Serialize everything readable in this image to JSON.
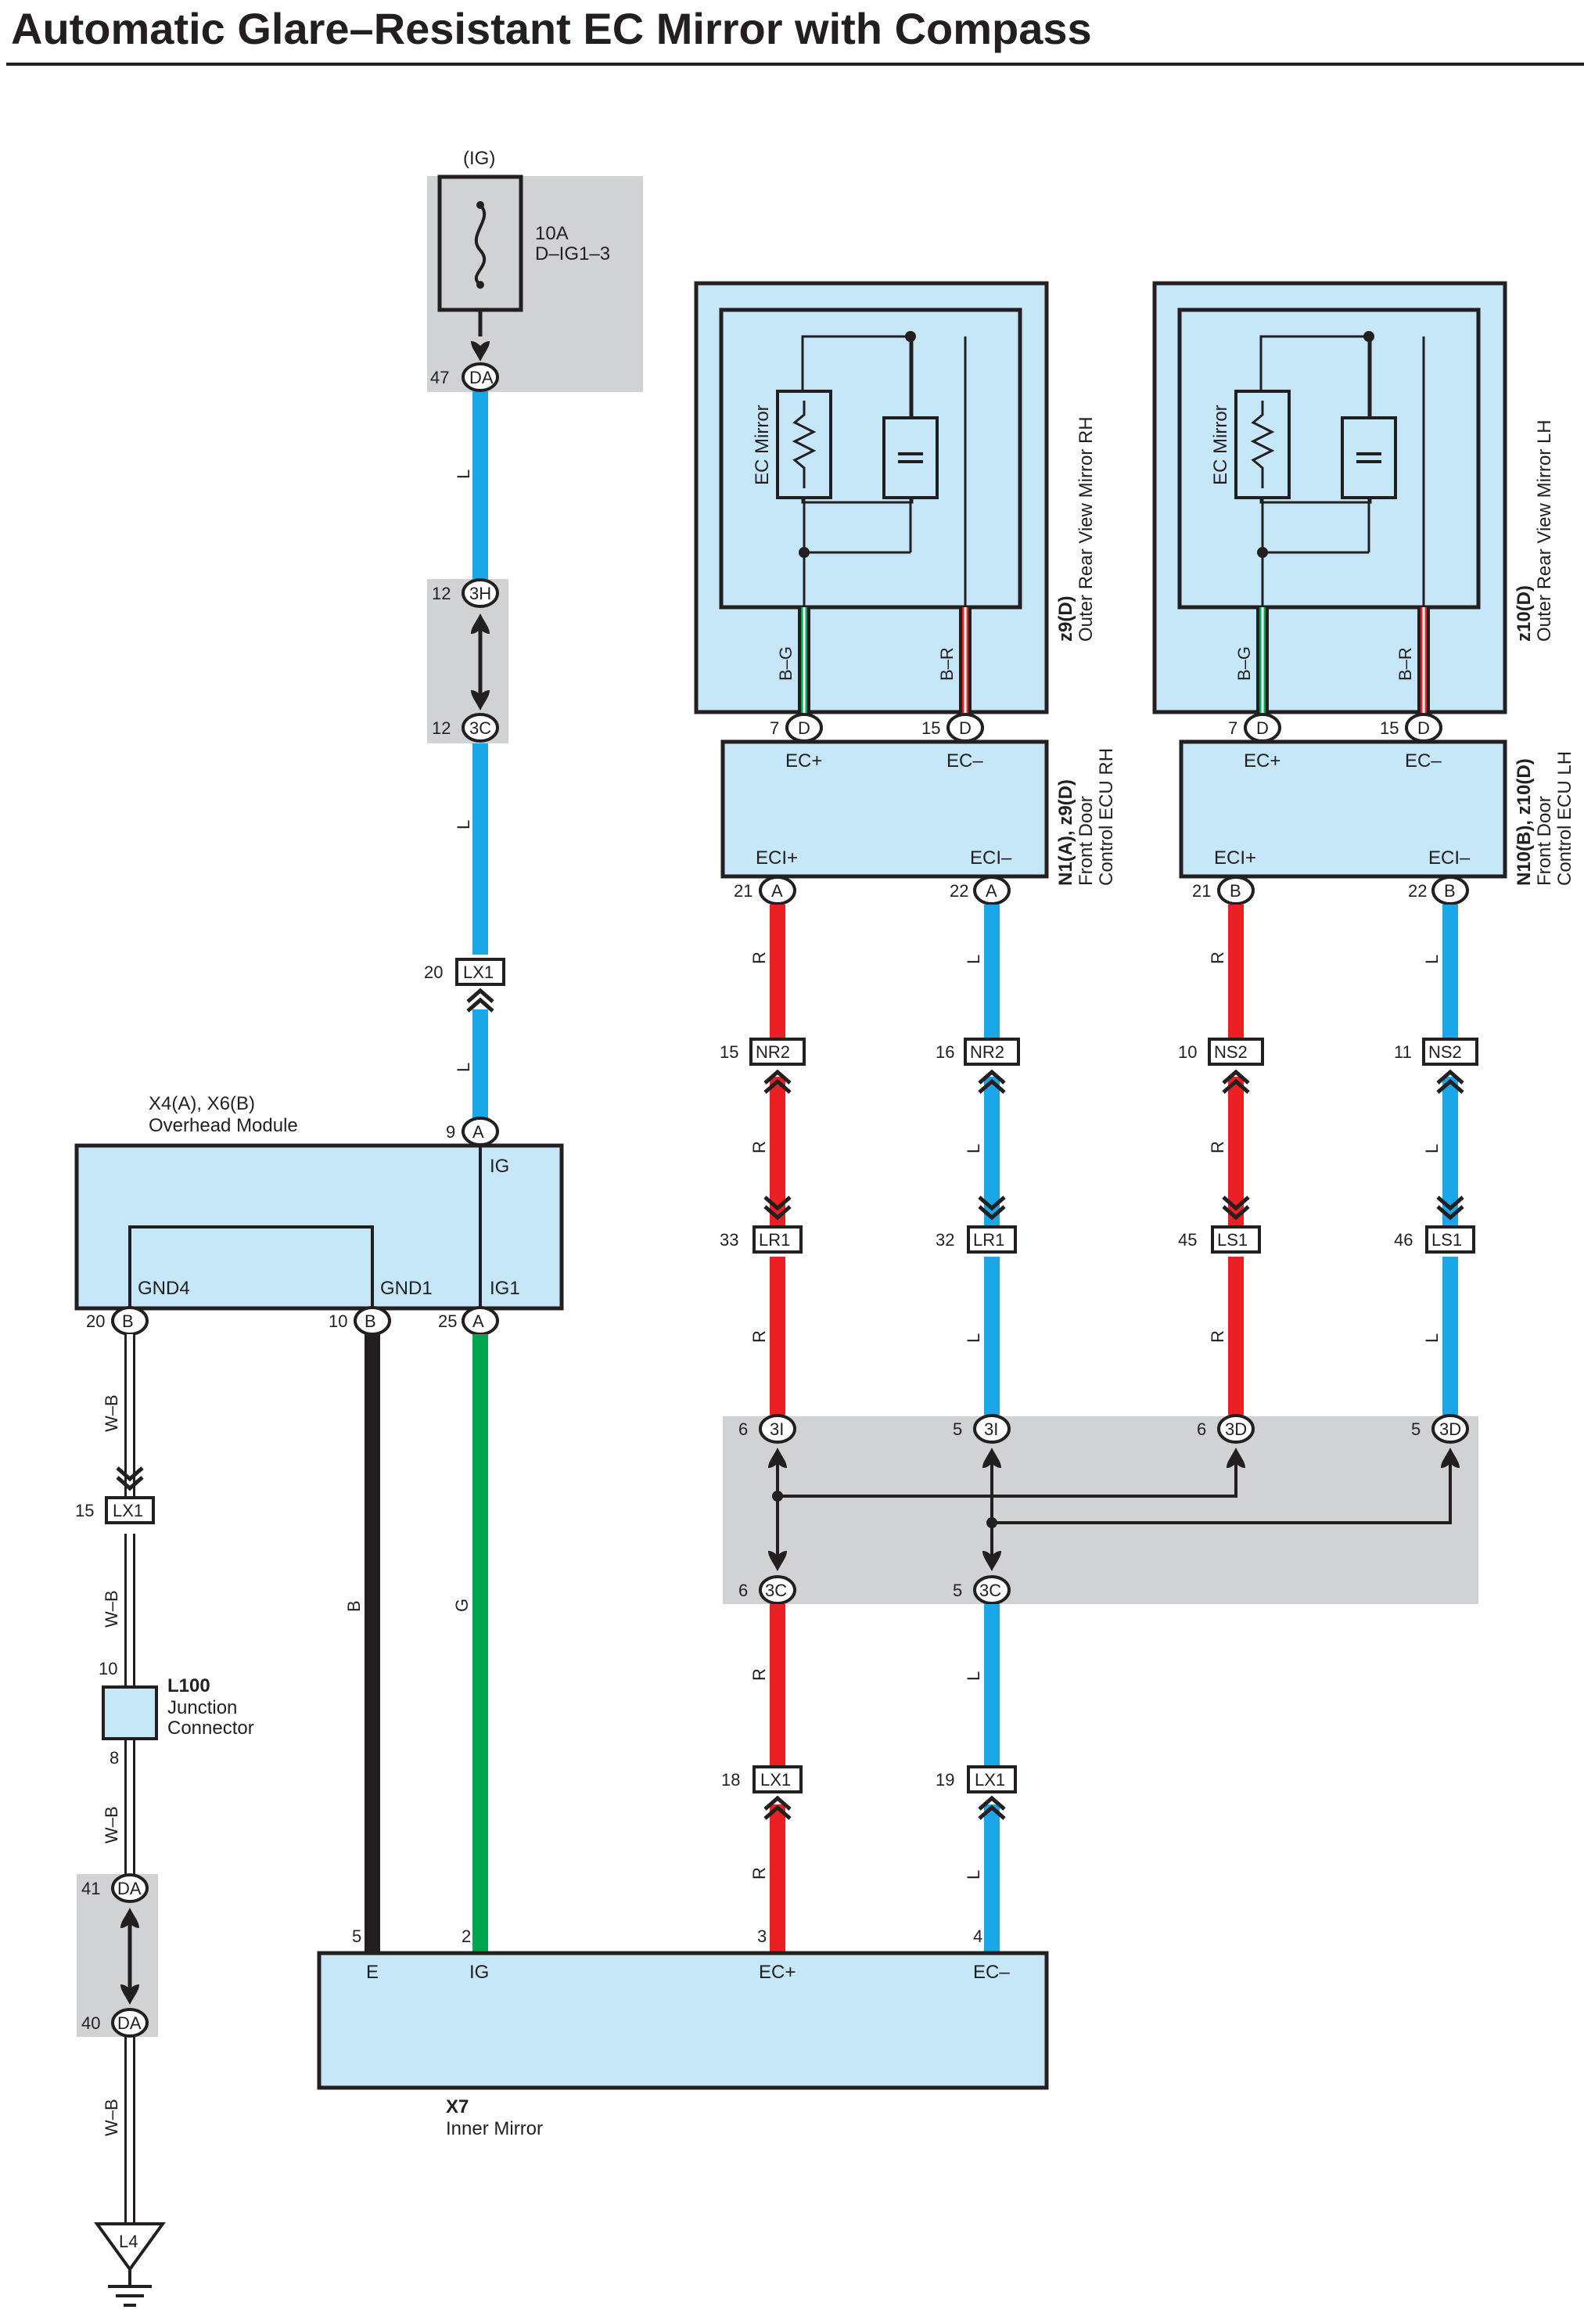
{
  "title": "Automatic Glare–Resistant EC Mirror with Compass",
  "colors": {
    "blue": "#1aa7e8",
    "red": "#ec2024",
    "green": "#00a54f",
    "black": "#231f20",
    "module_fill": "#c6e7f8",
    "shade": "#d1d2d4"
  },
  "fuse": {
    "source": "(IG)",
    "rating": "10A",
    "name": "D–IG1–3",
    "pin": "47",
    "conn": "DA"
  },
  "wires": {
    "l": "L",
    "r": "R",
    "b": "B",
    "g": "G",
    "wb": "W–B",
    "bg": "B–G",
    "br": "B–R"
  },
  "connectors": {
    "j3h": {
      "pin": "12",
      "conn": "3H"
    },
    "j3c_top": {
      "pin": "12",
      "conn": "3C"
    },
    "lx1_20": {
      "pin": "20",
      "conn": "LX1"
    },
    "lx1_15": {
      "pin": "15",
      "conn": "LX1"
    },
    "da41": {
      "pin": "41",
      "conn": "DA"
    },
    "da40": {
      "pin": "40",
      "conn": "DA"
    },
    "nr2_15": {
      "pin": "15",
      "conn": "NR2"
    },
    "nr2_16": {
      "pin": "16",
      "conn": "NR2"
    },
    "ns2_10": {
      "pin": "10",
      "conn": "NS2"
    },
    "ns2_11": {
      "pin": "11",
      "conn": "NS2"
    },
    "lr1_33": {
      "pin": "33",
      "conn": "LR1"
    },
    "lr1_32": {
      "pin": "32",
      "conn": "LR1"
    },
    "ls1_45": {
      "pin": "45",
      "conn": "LS1"
    },
    "ls1_46": {
      "pin": "46",
      "conn": "LS1"
    },
    "j3i_6": {
      "pin": "6",
      "conn": "3I"
    },
    "j3i_5": {
      "pin": "5",
      "conn": "3I"
    },
    "j3d_6": {
      "pin": "6",
      "conn": "3D"
    },
    "j3d_5": {
      "pin": "5",
      "conn": "3D"
    },
    "j3c_6": {
      "pin": "6",
      "conn": "3C"
    },
    "j3c_5": {
      "pin": "5",
      "conn": "3C"
    },
    "lx1_18": {
      "pin": "18",
      "conn": "LX1"
    },
    "lx1_19": {
      "pin": "19",
      "conn": "LX1"
    }
  },
  "overhead": {
    "code": "X4(A), X6(B)",
    "name": "Overhead Module",
    "ig_pin": "9",
    "ig_conn": "A",
    "ig_label": "IG",
    "gnd4": "GND4",
    "gnd1": "GND1",
    "ig1": "IG1",
    "gnd4_pin": "20",
    "gnd4_conn": "B",
    "gnd1_pin": "10",
    "gnd1_conn": "B",
    "ig1_pin": "25",
    "ig1_conn": "A"
  },
  "junction": {
    "code": "L100",
    "name1": "Junction",
    "name2": "Connector",
    "pin_top": "10",
    "pin_bottom": "8"
  },
  "ground": {
    "label": "L4"
  },
  "mirror_rh": {
    "element": "EC Mirror",
    "code": "z9(D)",
    "name": "Outer Rear View Mirror RH",
    "pin_pos": "7",
    "pin_neg": "15",
    "conn": "D"
  },
  "mirror_lh": {
    "element": "EC Mirror",
    "code": "z10(D)",
    "name": "Outer Rear View Mirror LH",
    "pin_pos": "7",
    "pin_neg": "15",
    "conn": "D"
  },
  "ecu_rh": {
    "code": "N1(A), z9(D)",
    "name1": "Front Door",
    "name2": "Control ECU RH",
    "ec_pos": "EC+",
    "ec_neg": "EC–",
    "eci_pos": "ECI+",
    "eci_neg": "ECI–",
    "pin_pos": "21",
    "pin_neg": "22",
    "conn": "A"
  },
  "ecu_lh": {
    "code": "N10(B), z10(D)",
    "name1": "Front Door",
    "name2": "Control ECU LH",
    "ec_pos": "EC+",
    "ec_neg": "EC–",
    "eci_pos": "ECI+",
    "eci_neg": "ECI–",
    "pin_pos": "21",
    "pin_neg": "22",
    "conn": "B"
  },
  "inner_mirror": {
    "code": "X7",
    "name": "Inner Mirror",
    "e": "E",
    "ig": "IG",
    "ec_pos": "EC+",
    "ec_neg": "EC–",
    "pin_e": "5",
    "pin_ig": "2",
    "pin_pos": "3",
    "pin_neg": "4"
  }
}
